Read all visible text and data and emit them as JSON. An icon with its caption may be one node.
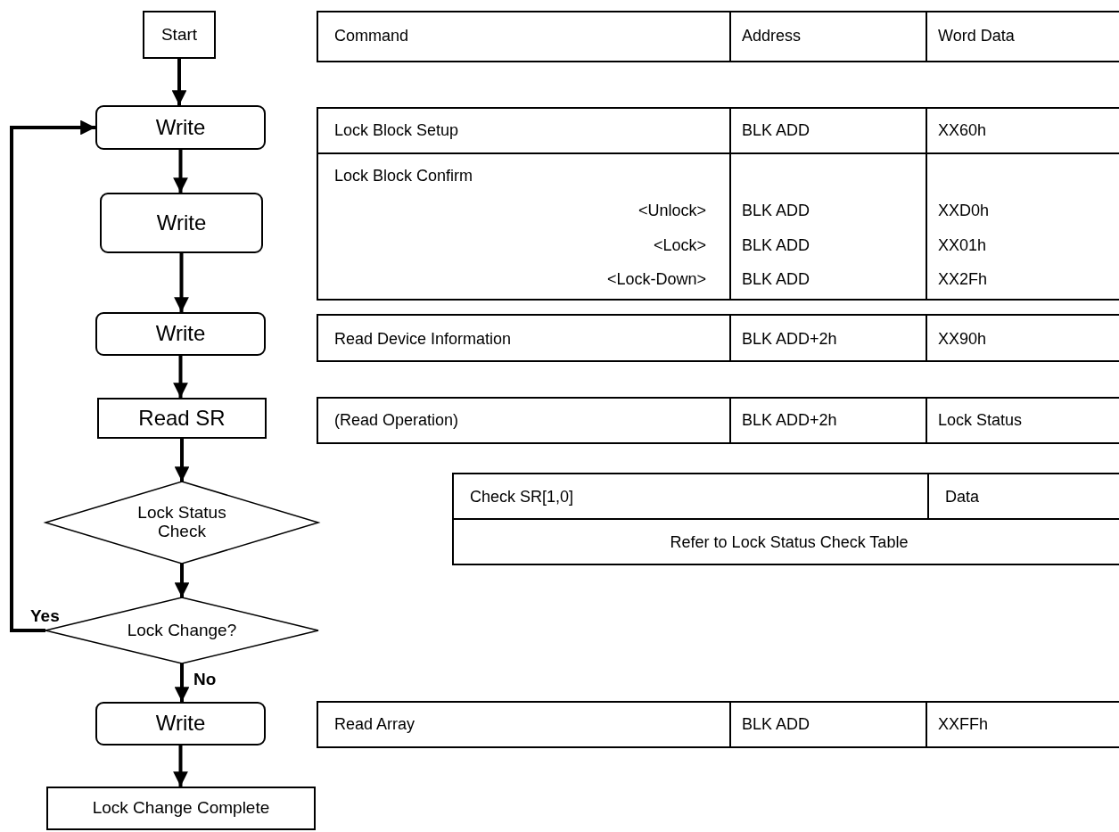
{
  "diagram": {
    "nodes": [
      {
        "text": [
          "Start"
        ]
      },
      {
        "text": [
          "Write"
        ]
      },
      {
        "text": [
          "Write"
        ]
      },
      {
        "text": [
          "Write"
        ]
      },
      {
        "text": [
          "Read SR"
        ]
      },
      {
        "text": [
          "Lock Status Check"
        ]
      },
      {
        "text": [
          "Lock Change?"
        ]
      },
      {
        "text": [
          "Write"
        ]
      },
      {
        "text": [
          "Lock Change Complete"
        ]
      }
    ],
    "edges": [
      {
        "from": 0,
        "to": 1,
        "arrow": "to"
      },
      {
        "from": 1,
        "to": 2,
        "arrow": "to"
      },
      {
        "from": 2,
        "to": 3,
        "arrow": "to"
      },
      {
        "from": 3,
        "to": 4,
        "arrow": "to"
      },
      {
        "from": 4,
        "to": 5,
        "arrow": "to"
      },
      {
        "from": 5,
        "to": 6,
        "arrow": "to"
      },
      {
        "from": 6,
        "to": 1,
        "arrow": "to",
        "label": "Yes"
      },
      {
        "from": 6,
        "to": 7,
        "arrow": "to",
        "label": "No"
      },
      {
        "from": 7,
        "to": 8,
        "arrow": "to"
      }
    ],
    "labels": [
      "Command",
      "Address",
      "Word Data",
      "Lock Block Setup",
      "BLK ADD",
      "XX60h",
      "Lock Block Confirm",
      "<Unlock>",
      "BLK ADD",
      "XXD0h",
      "<Lock>",
      "BLK ADD",
      "XX01h",
      "<Lock-Down>",
      "BLK ADD",
      "XX2Fh",
      "Read Device Information",
      "BLK ADD+2h",
      "XX90h",
      "(Read Operation)",
      "BLK ADD+2h",
      "Lock Status",
      "Check SR[1,0]",
      "Data",
      "Refer to Lock Status Check Table",
      "Read Array",
      "BLK ADD",
      "XXFFh"
    ]
  }
}
